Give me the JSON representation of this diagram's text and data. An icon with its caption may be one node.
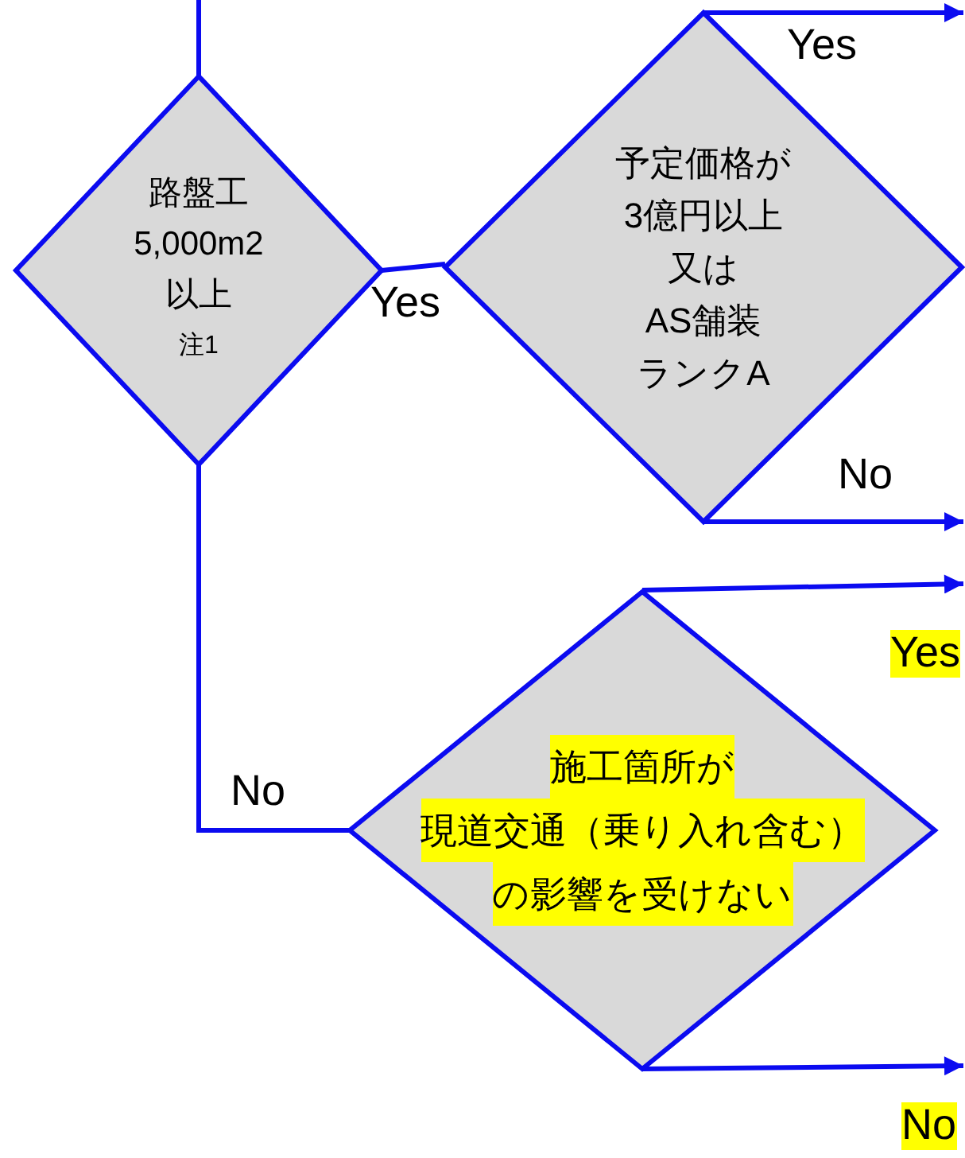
{
  "diagram": {
    "nodes": [
      {
        "text": [
          "路盤工",
          "5,000m2",
          "以上",
          "注1"
        ]
      },
      {
        "text": [
          "予定価格が",
          "3億円以上",
          "又は",
          "AS舗装",
          "ランクA"
        ]
      },
      {
        "text": [
          "施工箇所が",
          "現道交通（乗り入れ含む）",
          "の影響を受けない"
        ]
      }
    ],
    "edges": [
      {
        "from": null,
        "to": 0,
        "arrow": "none"
      },
      {
        "from": 0,
        "to": 1,
        "arrow": "none",
        "label": "Yes"
      },
      {
        "from": 1,
        "to": null,
        "arrow": "to",
        "label": "Yes"
      },
      {
        "from": 1,
        "to": null,
        "arrow": "to",
        "label": "No"
      },
      {
        "from": 0,
        "to": 2,
        "arrow": "none",
        "label": "No"
      },
      {
        "from": 2,
        "to": null,
        "arrow": "to",
        "label": "Yes"
      },
      {
        "from": 2,
        "to": null,
        "arrow": "to",
        "label": "No"
      }
    ]
  }
}
